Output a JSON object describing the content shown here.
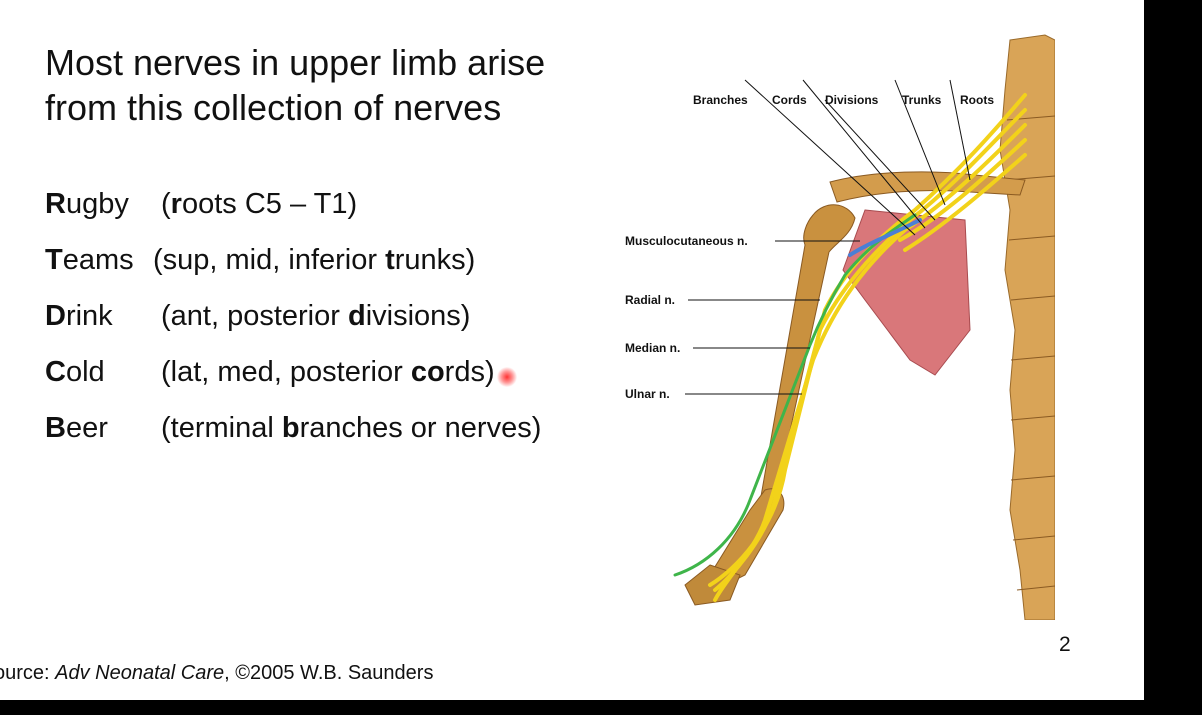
{
  "slide": {
    "title_line1": "Most nerves in upper limb arise",
    "title_line2": "from this collection of nerves",
    "mnemonic": [
      {
        "word_initial": "R",
        "word_rest": "ugby",
        "desc_pre": "(",
        "desc_bold": "r",
        "desc_post": "oots C5 – T1)"
      },
      {
        "word_initial": "T",
        "word_rest": "eams",
        "desc_pre": "(sup, mid, inferior ",
        "desc_bold": "t",
        "desc_post": "runks)"
      },
      {
        "word_initial": "D",
        "word_rest": "rink",
        "desc_pre": "(ant, posterior ",
        "desc_bold": "d",
        "desc_post": "ivisions)"
      },
      {
        "word_initial": "C",
        "word_rest": "old",
        "desc_pre": "(lat, med, posterior ",
        "desc_bold": "co",
        "desc_post": "rds)"
      },
      {
        "word_initial": "B",
        "word_rest": "eer",
        "desc_pre": "(terminal ",
        "desc_bold": "b",
        "desc_post": "ranches or nerves)"
      }
    ],
    "source_prefix": "ource: ",
    "source_title": "Adv Neonatal Care",
    "source_suffix": ", ©2005 W.B. Saunders",
    "page_number": "2"
  },
  "figure": {
    "top_labels": [
      "Branches",
      "Cords",
      "Divisions",
      "Trunks",
      "Roots"
    ],
    "side_labels": [
      "Musculocutaneous n.",
      "Radial n.",
      "Median n.",
      "Ulnar n."
    ],
    "colors": {
      "nerve_yellow": "#f2d21a",
      "nerve_green": "#3fb54a",
      "nerve_blue": "#4a7fd6",
      "bone": "#c9913f",
      "muscle": "#d9777a"
    }
  }
}
